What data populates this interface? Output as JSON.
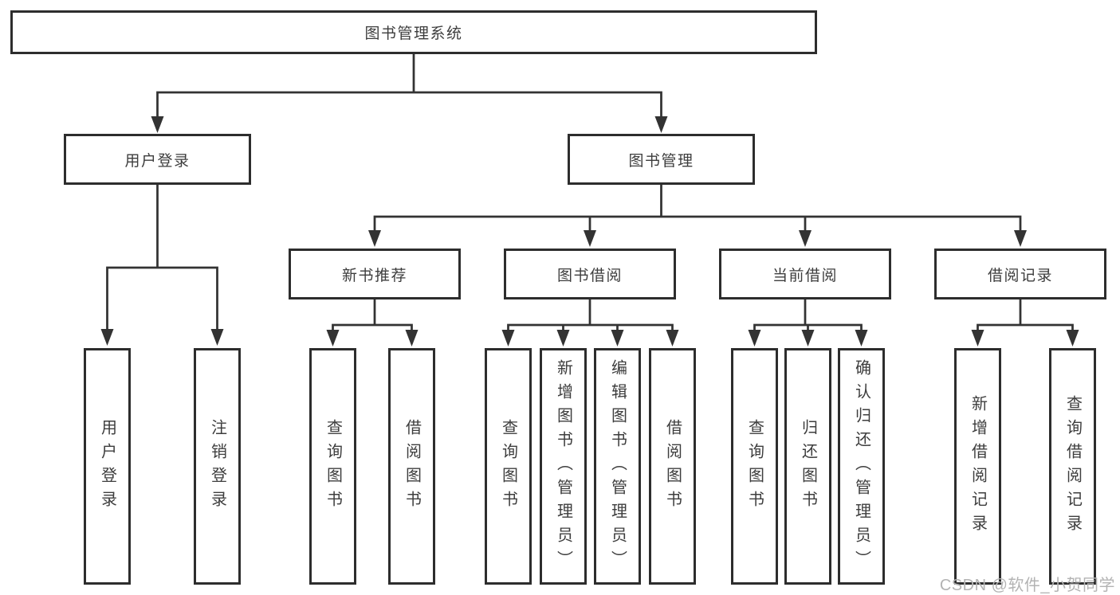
{
  "theme": {
    "line": "#333333",
    "border": "#2d2d2d",
    "text": "#3d3d3d",
    "wm": "#b3b3b3",
    "bg": "#ffffff"
  },
  "root": {
    "label": "图书管理系统"
  },
  "level2": [
    {
      "label": "用户登录"
    },
    {
      "label": "图书管理"
    }
  ],
  "level3": [
    {
      "label": "新书推荐"
    },
    {
      "label": "图书借阅"
    },
    {
      "label": "当前借阅"
    },
    {
      "label": "借阅记录"
    }
  ],
  "leaves": [
    {
      "group": "用户登录",
      "label": "用户登录"
    },
    {
      "group": "用户登录",
      "label": "注销登录"
    },
    {
      "group": "新书推荐",
      "label": "查询图书"
    },
    {
      "group": "新书推荐",
      "label": "借阅图书"
    },
    {
      "group": "图书借阅",
      "label": "查询图书"
    },
    {
      "group": "图书借阅",
      "label": "新增图书（管理员）"
    },
    {
      "group": "图书借阅",
      "label": "编辑图书（管理员）"
    },
    {
      "group": "图书借阅",
      "label": "借阅图书"
    },
    {
      "group": "当前借阅",
      "label": "查询图书"
    },
    {
      "group": "当前借阅",
      "label": "归还图书"
    },
    {
      "group": "当前借阅",
      "label": "确认归还（管理员）"
    },
    {
      "group": "借阅记录",
      "label": "新增借阅记录"
    },
    {
      "group": "借阅记录",
      "label": "查询借阅记录"
    }
  ],
  "watermark": {
    "text": "CSDN @软件_小贺同学"
  }
}
